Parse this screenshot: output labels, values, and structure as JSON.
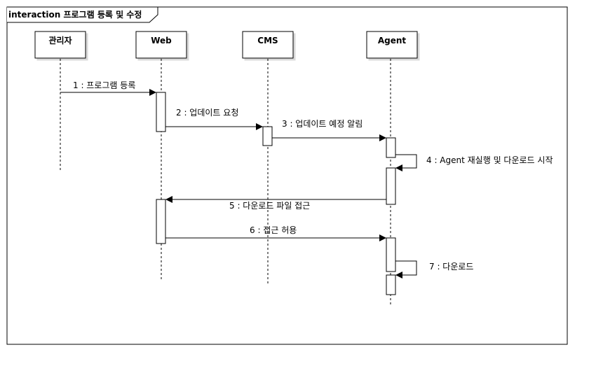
{
  "frame": {
    "title": "interaction 프로그램 등록 및 수정"
  },
  "lifelines": [
    {
      "id": "admin",
      "name": "관리자"
    },
    {
      "id": "web",
      "name": "Web"
    },
    {
      "id": "cms",
      "name": "CMS"
    },
    {
      "id": "agent",
      "name": "Agent"
    }
  ],
  "messages": [
    {
      "label": "1 : 프로그램 등록"
    },
    {
      "label": "2 : 업데이트 요청"
    },
    {
      "label": "3 : 업데이트 예정 알림"
    },
    {
      "label": "4 : Agent 재실행 및 다운로드 시작"
    },
    {
      "label": "5 : 다운로드 파일 접근"
    },
    {
      "label": "6 : 접근 허용"
    },
    {
      "label": "7 : 다운로드"
    }
  ]
}
